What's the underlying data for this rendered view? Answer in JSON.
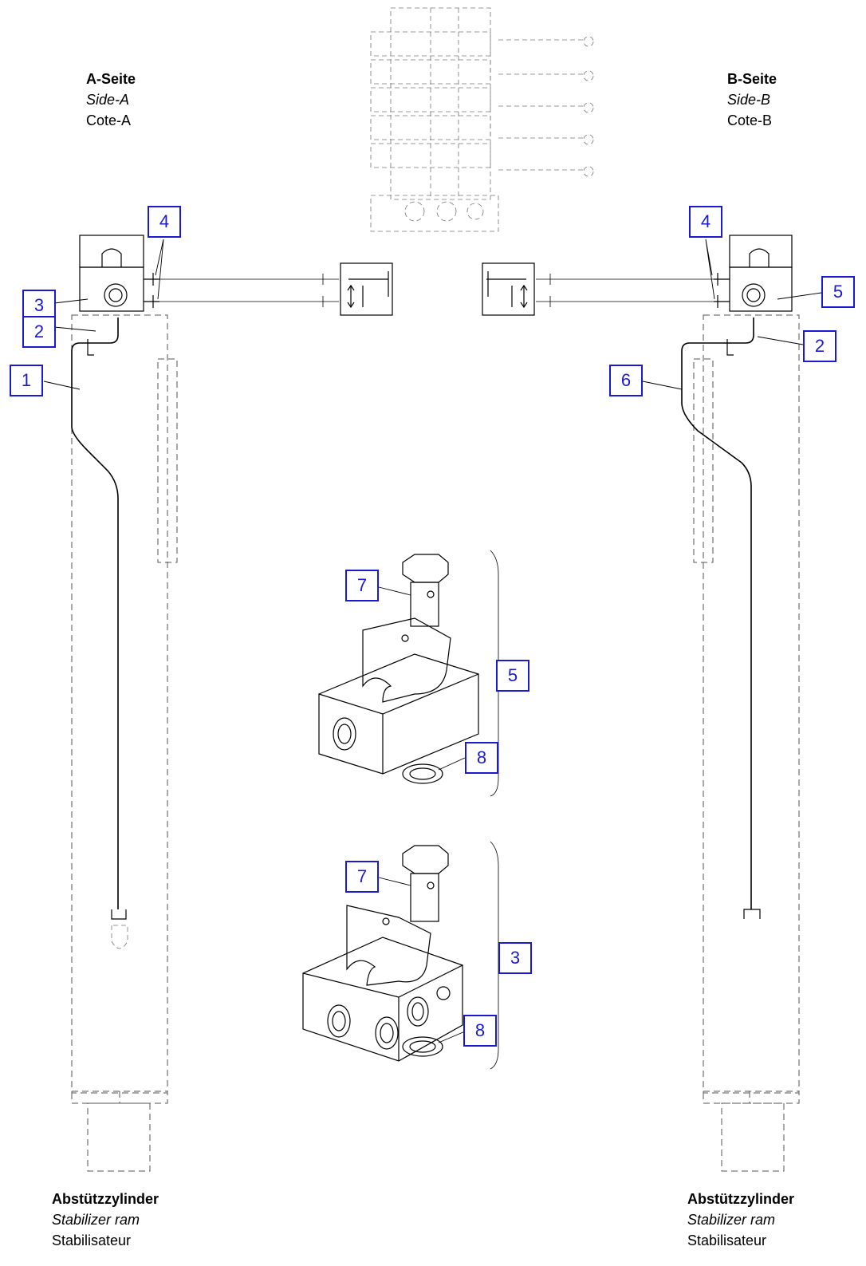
{
  "side_a": {
    "de": "A-Seite",
    "en": "Side-A",
    "fr": "Cote-A"
  },
  "side_b": {
    "de": "B-Seite",
    "en": "Side-B",
    "fr": "Cote-B"
  },
  "ram_a": {
    "de": "Abstützzylinder",
    "en": "Stabilizer ram",
    "fr": "Stabilisateur"
  },
  "ram_b": {
    "de": "Abstützzylinder",
    "en": "Stabilizer ram",
    "fr": "Stabilisateur"
  },
  "callouts": {
    "a_four": "4",
    "a_three": "3",
    "a_two": "2",
    "a_one": "1",
    "b_four": "4",
    "b_five": "5",
    "b_two": "2",
    "b_six": "6",
    "d1_seven": "7",
    "d1_five": "5",
    "d1_eight": "8",
    "d2_seven": "7",
    "d2_three": "3",
    "d2_eight": "8"
  },
  "colors": {
    "callout": "#1a1ad6",
    "line": "#000000",
    "dashed": "#555555"
  }
}
